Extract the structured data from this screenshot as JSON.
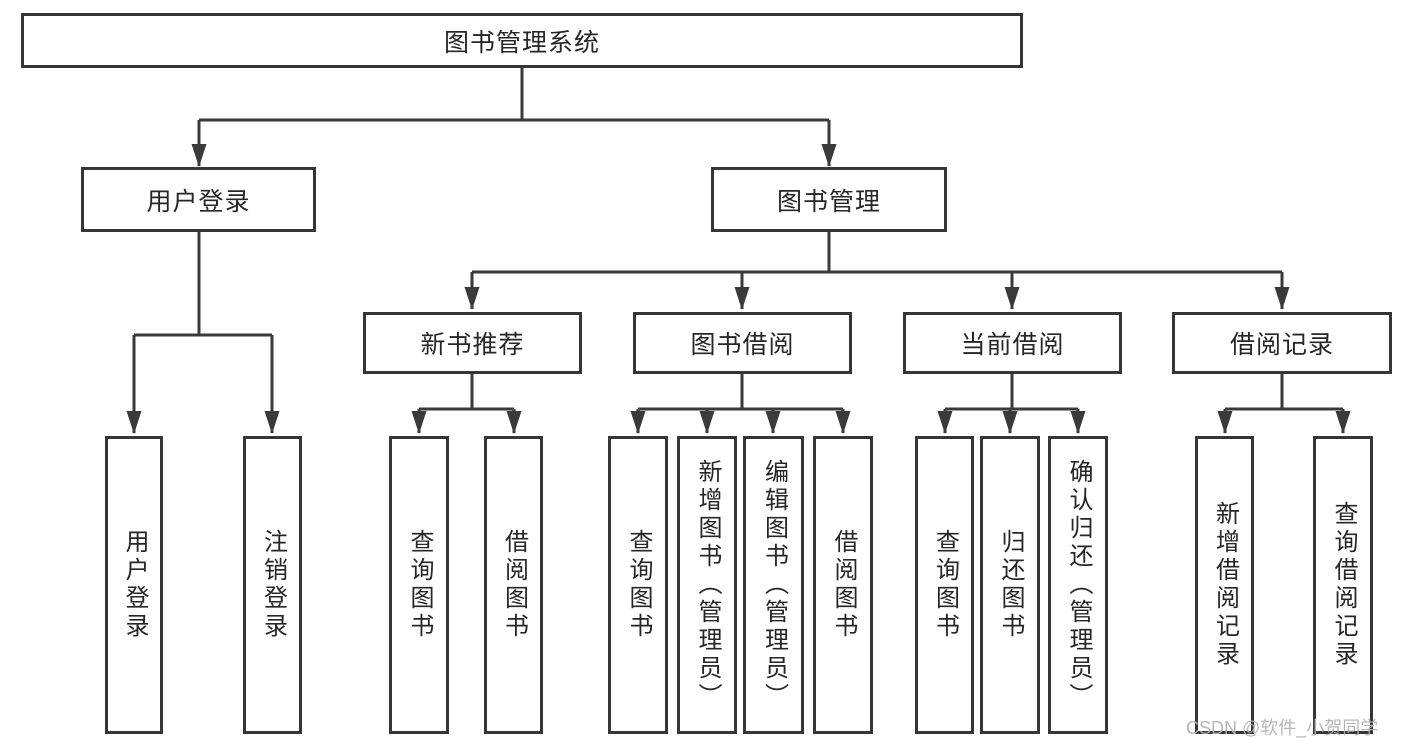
{
  "diagram": {
    "root": {
      "label": "图书管理系统"
    },
    "branches": [
      {
        "id": "user-login",
        "label": "用户登录",
        "children": [
          {
            "label": "用户登录"
          },
          {
            "label": "注销登录"
          }
        ]
      },
      {
        "id": "book-management",
        "label": "图书管理",
        "children": [
          {
            "label": "新书推荐",
            "children": [
              {
                "label": "查询图书"
              },
              {
                "label": "借阅图书"
              }
            ]
          },
          {
            "label": "图书借阅",
            "children": [
              {
                "label": "查询图书"
              },
              {
                "label": "新增图书（管理员）"
              },
              {
                "label": "编辑图书（管理员）"
              },
              {
                "label": "借阅图书"
              }
            ]
          },
          {
            "label": "当前借阅",
            "children": [
              {
                "label": "查询图书"
              },
              {
                "label": "归还图书"
              },
              {
                "label": "确认归还（管理员）"
              }
            ]
          },
          {
            "label": "借阅记录",
            "children": [
              {
                "label": "新增借阅记录"
              },
              {
                "label": "查询借阅记录"
              }
            ]
          }
        ]
      }
    ]
  },
  "watermark": "CSDN @软件_小贺同学",
  "colors": {
    "line": "#3a3a3a",
    "box_border": "#363636",
    "text": "#262626",
    "watermark": "#b2b2b2",
    "background": "#ffffff"
  }
}
